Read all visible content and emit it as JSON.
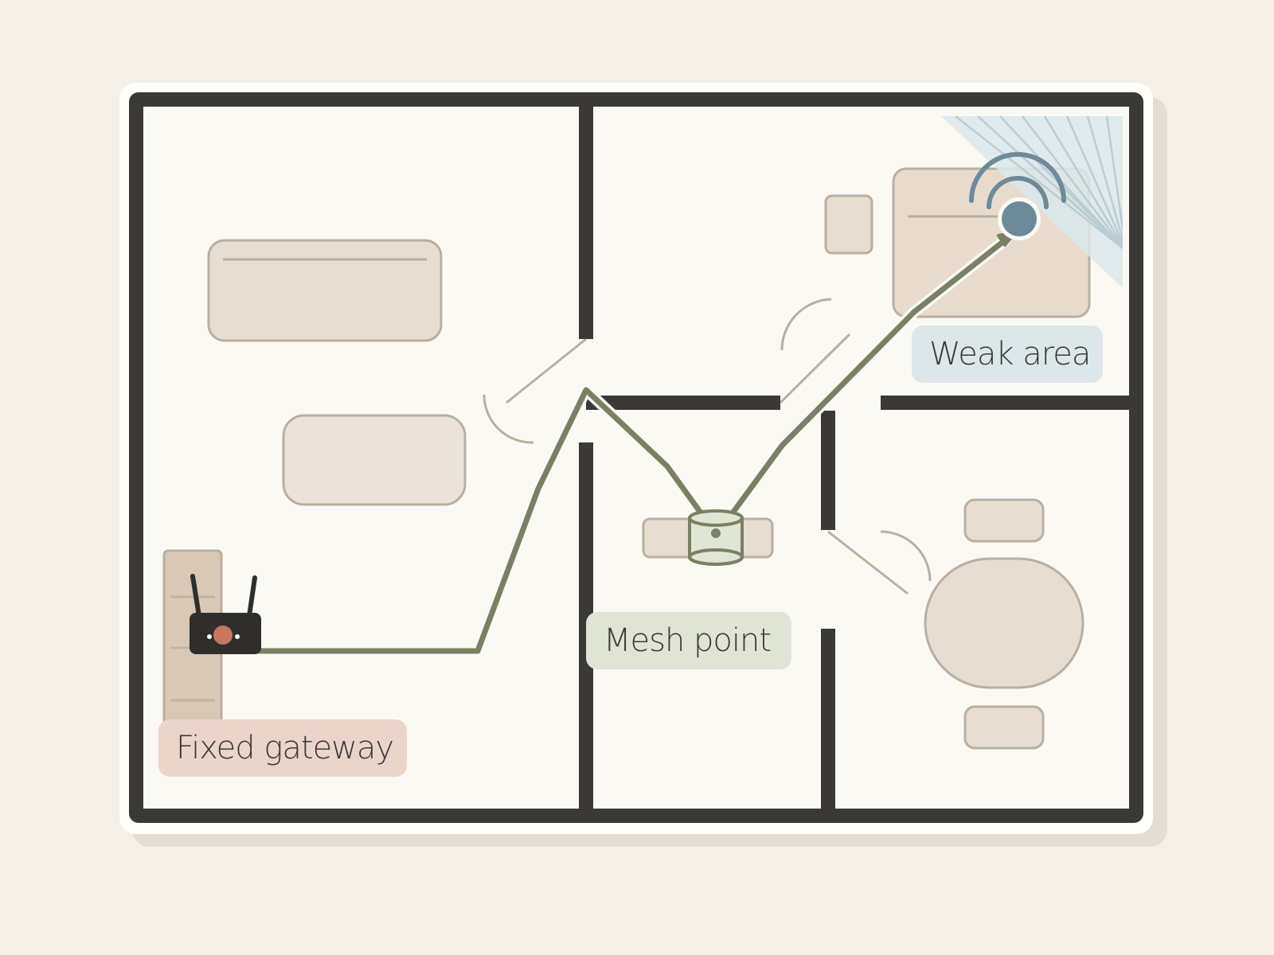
{
  "labels": {
    "gateway": "Fixed gateway",
    "mesh": "Mesh point",
    "weak": "Weak area"
  },
  "colors": {
    "background": "#f4efe7",
    "floor": "#fbf9f4",
    "wall": "#3a3935",
    "furniture": "#e6ddd0",
    "furniture_stroke": "#b7ad9f",
    "shelf": "#d6c6b3",
    "path": "#7a8063",
    "gateway_label_bg": "#ebd5cb",
    "mesh_label_bg": "#e0e4d5",
    "weak_label_bg": "#dce7ea",
    "signal": "#6d8a99",
    "router_led": "#c77660"
  },
  "icons": {
    "gateway": "router-icon",
    "mesh": "mesh-node-icon",
    "weak": "wifi-signal-icon"
  }
}
